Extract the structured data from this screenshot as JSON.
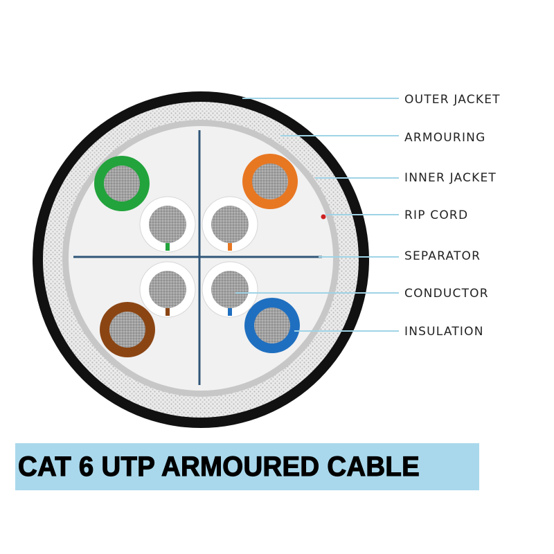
{
  "callouts": {
    "outer_jacket": "OUTER JACKET",
    "armouring": "ARMOURING",
    "inner_jacket": "INNER JACKET",
    "rip_cord": "RIP CORD",
    "separator": "SEPARATOR",
    "conductor": "CONDUCTOR",
    "insulation": "INSULATION"
  },
  "title": "CAT 6 UTP ARMOURED CABLE",
  "colors": {
    "outer_jacket": "#111111",
    "armouring": "#e6e6e6",
    "inner_jacket": "#c9c9c9",
    "core_fill": "#f1f1f1",
    "separator": "#2f5578",
    "leader_line": "#9fd3e6",
    "rip_cord": "#cc2222",
    "pair_green": "#22a33c",
    "pair_orange": "#e87722",
    "pair_brown": "#8b4513",
    "pair_blue": "#1f6fc0",
    "copper": "#9b9b9b",
    "title_banner": "#a9d8ec"
  },
  "wires": [
    {
      "name": "green-wire",
      "color": "green"
    },
    {
      "name": "orange-wire",
      "color": "orange"
    },
    {
      "name": "brown-wire",
      "color": "brown"
    },
    {
      "name": "blue-wire",
      "color": "blue"
    },
    {
      "name": "white-green-wire",
      "color": "green-stripe"
    },
    {
      "name": "white-orange-wire",
      "color": "orange-stripe"
    },
    {
      "name": "white-brown-wire",
      "color": "brown-stripe"
    },
    {
      "name": "white-blue-wire",
      "color": "blue-stripe"
    }
  ]
}
